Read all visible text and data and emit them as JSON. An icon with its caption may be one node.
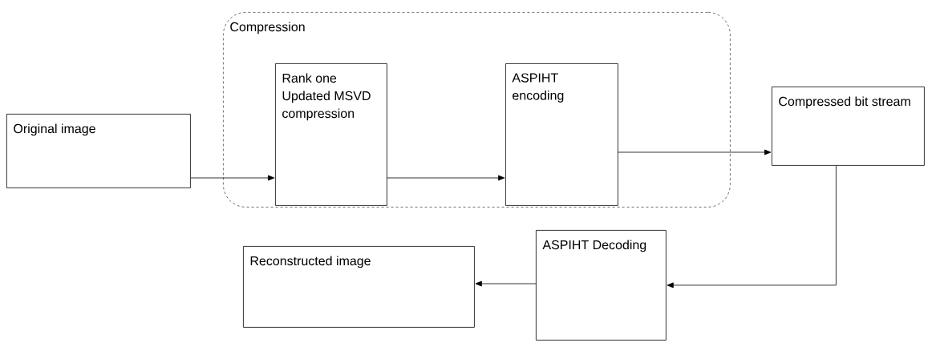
{
  "diagram": {
    "nodes": [
      {
        "text": [
          "Compression"
        ]
      },
      {
        "text": [
          "Rank one Updated MSVD compression"
        ],
        "in": 0
      },
      {
        "text": [
          "ASPIHT encoding"
        ],
        "in": 0
      },
      {
        "text": [
          "Original image"
        ]
      },
      {
        "text": [
          "Compressed bit stream"
        ]
      },
      {
        "text": [
          "ASPIHT Decoding"
        ]
      },
      {
        "text": [
          "Reconstructed image"
        ]
      }
    ],
    "edges": [
      {
        "from": 3,
        "to": 1,
        "arrow": "to"
      },
      {
        "from": 1,
        "to": 2,
        "arrow": "to"
      },
      {
        "from": 2,
        "to": 4,
        "arrow": "to"
      },
      {
        "from": 4,
        "to": 5,
        "arrow": "to"
      },
      {
        "from": 5,
        "to": 6,
        "arrow": "to"
      }
    ]
  }
}
